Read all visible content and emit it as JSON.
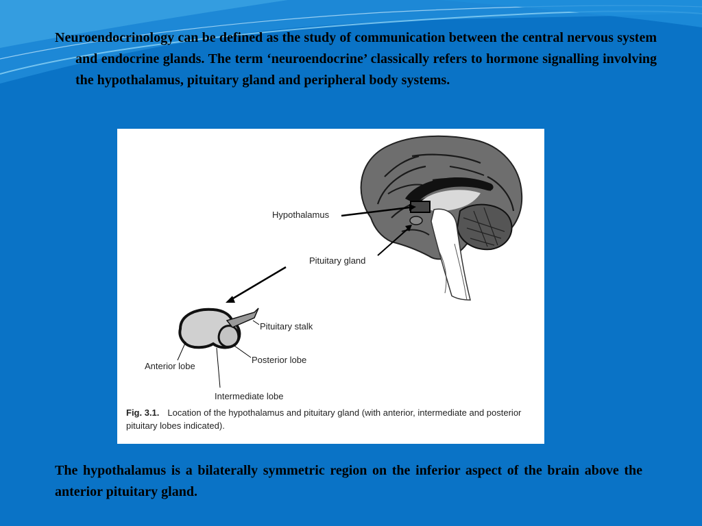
{
  "slide": {
    "intro_text": "Neuroendocrinology can be defined as the study of communication between the central nervous system and endocrine glands. The term ‘neuroendocrine’ classically refers to hormone signalling involving the hypothalamus, pituitary gland and peripheral body systems.",
    "figure": {
      "labels": {
        "hypothalamus": "Hypothalamus",
        "pituitary_gland": "Pituitary gland",
        "pituitary_stalk": "Pituitary stalk",
        "posterior_lobe": "Posterior lobe",
        "anterior_lobe": "Anterior lobe",
        "intermediate_lobe": "Intermediate lobe"
      },
      "caption_number": "Fig. 3.1.",
      "caption_text": "Location of the hypothalamus and pituitary gland (with anterior, intermediate and posterior pituitary lobes indicated)."
    },
    "closing_text": "The hypothalamus is a bilaterally symmetric region on the inferior aspect of the brain above the anterior pituitary gland."
  },
  "colors": {
    "background": "#0a73c6",
    "wave_light": "#4fb3ea",
    "text": "#000000"
  }
}
